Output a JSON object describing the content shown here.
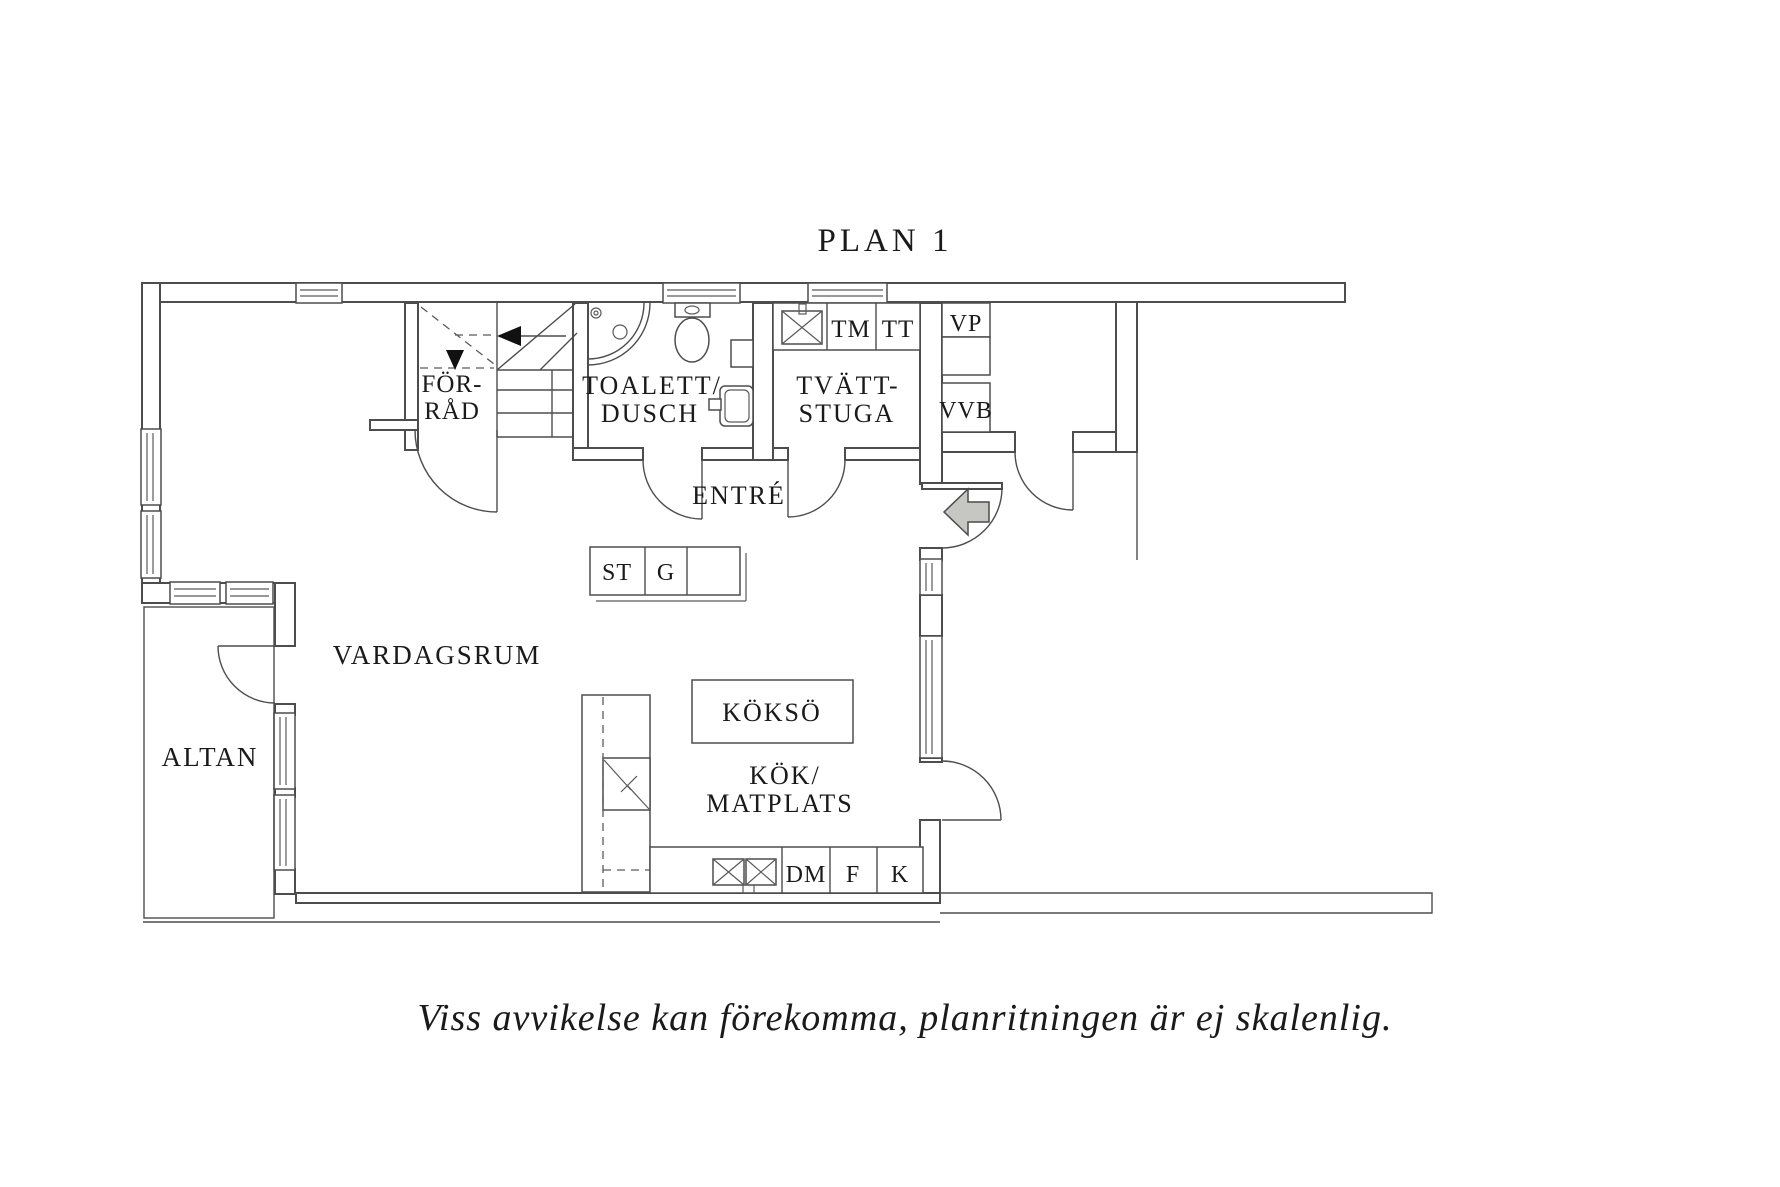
{
  "title": "PLAN 1",
  "caption": "Viss avvikelse kan förekomma, planritningen är ej skalenlig.",
  "colors": {
    "wall_line": "#4d4d4d",
    "text": "#1a1a1a",
    "entry_arrow_fill": "#c6c6c2",
    "entry_arrow_stroke": "#4a4a4a"
  },
  "rooms": {
    "forrad": {
      "line1": "FÖR-",
      "line2": "RÅD"
    },
    "toalett": {
      "line1": "TOALETT/",
      "line2": "DUSCH"
    },
    "tvattstuga": {
      "line1": "TVÄTT-",
      "line2": "STUGA"
    },
    "entre": {
      "label": "ENTRÉ"
    },
    "vardagsrum": {
      "label": "VARDAGSRUM"
    },
    "altan": {
      "label": "ALTAN"
    },
    "kokso": {
      "label": "KÖKSÖ"
    },
    "kok": {
      "line1": "KÖK/",
      "line2": "MATPLATS"
    }
  },
  "appliances": {
    "tm": "TM",
    "tt": "TT",
    "vp": "VP",
    "vvb": "VVB",
    "st": "ST",
    "g": "G",
    "dm": "DM",
    "f": "F",
    "k": "K"
  }
}
